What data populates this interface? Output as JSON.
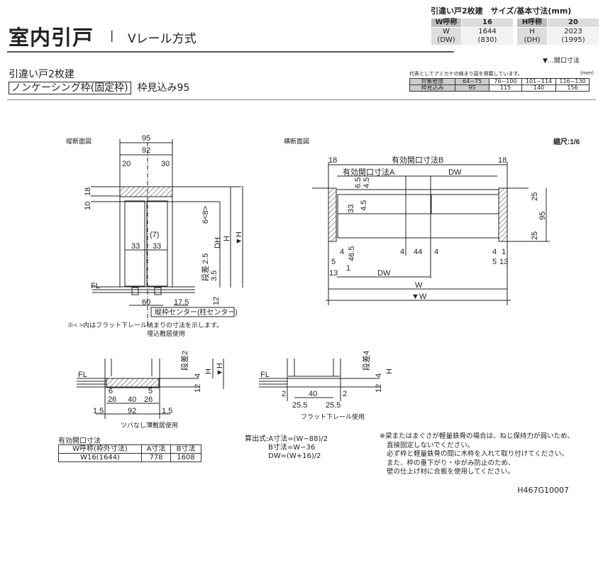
{
  "header": {
    "title": "室内引戸",
    "separator": "|",
    "subtitle": "Vレール方式"
  },
  "section": {
    "type": "引違い戸2枚建",
    "frame_type": "ノンケーシング枠(固定枠)",
    "frame_depth": "枠見込み95"
  },
  "spec_table": {
    "title": "引違い戸2枚建　サイズ/基本寸法(mm)",
    "w_label": "W呼称",
    "w_value": "16",
    "h_label": "H呼称",
    "h_value": "20",
    "w_dim_label": "W",
    "dw_label": "(DW)",
    "w_dim": "1644",
    "dw_dim": "(830)",
    "h_dim_label": "H",
    "dh_label": "(DH)",
    "h_dim": "2023",
    "dh_dim": "(1995)"
  },
  "legend": "▼…開口寸法",
  "representative": {
    "note": "代表としてアミカケの納まり図を掲載しています。",
    "unit": "(mm)",
    "row1_label": "対象壁厚",
    "row1": [
      "64~75",
      "76~100",
      "101~114",
      "116~130"
    ],
    "row2_label": "枠見込み",
    "row2": [
      "95",
      "115",
      "140",
      "156"
    ],
    "highlight_color": "#cccccc"
  },
  "vertical_section": {
    "title": "縦断面図",
    "labels": [
      "95",
      "92",
      "20",
      "30",
      "18",
      "10",
      "6<8>",
      "(7)",
      "33",
      "33",
      "DH",
      "H",
      "▼H",
      "2.5",
      "段差",
      "3.5",
      "FL",
      "60",
      "17.5",
      "12"
    ],
    "center_label": "縦枠センター(柱センター)",
    "note": "※< >内はフラット下レール納まりの寸法を示します。",
    "sill_type": "埋込敷居使用"
  },
  "horizontal_section": {
    "title": "横断面図",
    "scale": "縮尺:1/6",
    "labels": [
      "18",
      "有効開口寸法B",
      "18",
      "有効開口寸法A",
      "DW",
      "6.5",
      "4.5",
      "33",
      "4.5",
      "25",
      "95",
      "25",
      "4",
      "46.5",
      "4",
      "44",
      "4",
      "4",
      "1",
      "5",
      "13",
      "5",
      "13",
      "1",
      "DW",
      "W",
      "▼W"
    ]
  },
  "detail_left": {
    "labels": [
      "FL",
      "段差2",
      "4",
      "H",
      "▼H",
      "12",
      "6",
      "5",
      "26",
      "40",
      "26",
      "1.5",
      "92",
      "1.5"
    ],
    "caption": "ツバなし薄敷居使用"
  },
  "detail_right": {
    "labels": [
      "FL",
      "段差4",
      "4",
      "H",
      "12",
      "2",
      "40",
      "2",
      "25.5",
      "25.5"
    ],
    "caption": "フラット下レール使用"
  },
  "opening_table": {
    "title": "有効開口寸法",
    "headers": [
      "W呼称(枠外寸法)",
      "A寸法",
      "B寸法"
    ],
    "row": [
      "W16(1644)",
      "778",
      "1608"
    ]
  },
  "formulas": [
    "算出式:A寸法=(W−88)/2",
    "B寸法=W−36",
    "DW=(W+16)/2"
  ],
  "notes": [
    "※梁またはまぐさが軽量鉄骨の場合は、ねじ保持力が弱いため、",
    "直接固定しないでください。",
    "必ず枠と軽量鉄骨の間に木枠を入れて取り付けてください。",
    "また、枠の垂下がり・ゆがみ防止のため、",
    "壁の仕上げ材に合板を使用してください。"
  ],
  "drawing_code": "H467G10007"
}
